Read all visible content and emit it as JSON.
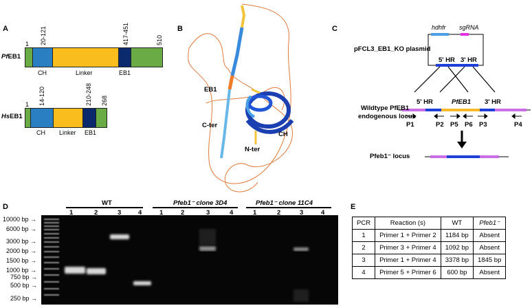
{
  "panels": {
    "a": "A",
    "b": "B",
    "c": "C",
    "d": "D",
    "e": "E"
  },
  "panel_a": {
    "pf": {
      "label": "PfEB1",
      "start": "1",
      "ch_range": "20-121",
      "eb1_range": "417-451",
      "end": "510",
      "ch": "CH",
      "linker": "Linker",
      "eb1": "EB1"
    },
    "hs": {
      "label": "HsEB1",
      "start": "1",
      "ch_range": "14-120",
      "eb1_range": "210-248",
      "end": "268",
      "ch": "CH",
      "linker": "Linker",
      "eb1": "EB1"
    },
    "colors": {
      "ch": "#2a7fc3",
      "linker": "#f9be1e",
      "eb1": "#0b2a6e",
      "ends": "#6aab46"
    }
  },
  "panel_b": {
    "eb1": "EB1",
    "c_ter": "C-ter",
    "n_ter": "N-ter",
    "ch": "CH"
  },
  "panel_c": {
    "plasmid": "pFCL3_EB1_KO plasmid",
    "hdhfr": "hdhfr",
    "sgrna": "sgRNA",
    "hr5": "5' HR",
    "hr3": "3' HR",
    "wildtype_line1": "Wildtype PfEB1",
    "wildtype_line2": "endogenous locus",
    "gene": "PfEB1",
    "primers": [
      "P1",
      "P2",
      "P5",
      "P6",
      "P3",
      "P4"
    ],
    "ko_locus": "Pfeb1⁻ locus",
    "colors": {
      "hr": "#1e3fd8",
      "gene": "#f5b92a",
      "flank": "#c86de6",
      "hdhfr": "#4d9ee3",
      "sgrna": "#e62ee3"
    }
  },
  "panel_d": {
    "groups": [
      "WT",
      "Pfeb1⁻ clone 3D4",
      "Pfeb1⁻ clone 11C4"
    ],
    "lanes": [
      "1",
      "2",
      "3",
      "4",
      "1",
      "2",
      "3",
      "4",
      "1",
      "2",
      "3",
      "4"
    ],
    "ladder": [
      "10000 bp",
      "6000 bp",
      "3000 bp",
      "2000 bp",
      "1500 bp",
      "1000 bp",
      "750 bp",
      "500 bp",
      "250 bp"
    ]
  },
  "panel_e": {
    "headers": [
      "PCR",
      "Reaction (s)",
      "WT",
      "Pfeb1⁻"
    ],
    "rows": [
      [
        "1",
        "Primer 1 + Primer 2",
        "1184 bp",
        "Absent"
      ],
      [
        "2",
        "Primer 3 + Primer 4",
        "1092 bp",
        "Absent"
      ],
      [
        "3",
        "Primer 1 + Primer 4",
        "3378 bp",
        "1845 bp"
      ],
      [
        "4",
        "Primer 5 + Primer 6",
        "600 bp",
        "Absent"
      ]
    ]
  }
}
